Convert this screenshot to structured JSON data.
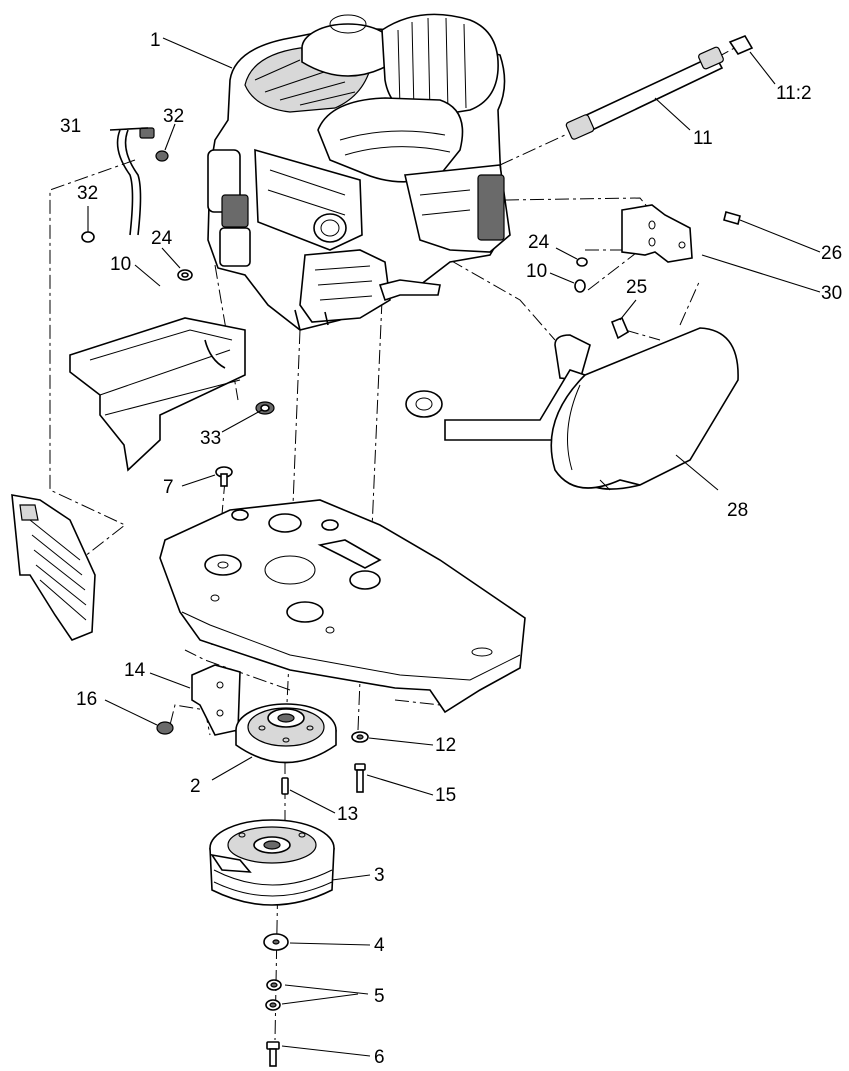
{
  "callouts": [
    {
      "id": "c1",
      "text": "1"
    },
    {
      "id": "c31",
      "text": "31"
    },
    {
      "id": "c32a",
      "text": "32"
    },
    {
      "id": "c32b",
      "text": "32"
    },
    {
      "id": "c24a",
      "text": "24"
    },
    {
      "id": "c10a",
      "text": "10"
    },
    {
      "id": "c33",
      "text": "33"
    },
    {
      "id": "c7",
      "text": "7"
    },
    {
      "id": "c11_2",
      "text": "11:2"
    },
    {
      "id": "c11",
      "text": "11"
    },
    {
      "id": "c24b",
      "text": "24"
    },
    {
      "id": "c10b",
      "text": "10"
    },
    {
      "id": "c26",
      "text": "26"
    },
    {
      "id": "c30",
      "text": "30"
    },
    {
      "id": "c25",
      "text": "25"
    },
    {
      "id": "c28",
      "text": "28"
    },
    {
      "id": "c14",
      "text": "14"
    },
    {
      "id": "c16",
      "text": "16"
    },
    {
      "id": "c2",
      "text": "2"
    },
    {
      "id": "c12",
      "text": "12"
    },
    {
      "id": "c13",
      "text": "13"
    },
    {
      "id": "c15",
      "text": "15"
    },
    {
      "id": "c3",
      "text": "3"
    },
    {
      "id": "c4",
      "text": "4"
    },
    {
      "id": "c5",
      "text": "5"
    },
    {
      "id": "c6",
      "text": "6"
    }
  ]
}
